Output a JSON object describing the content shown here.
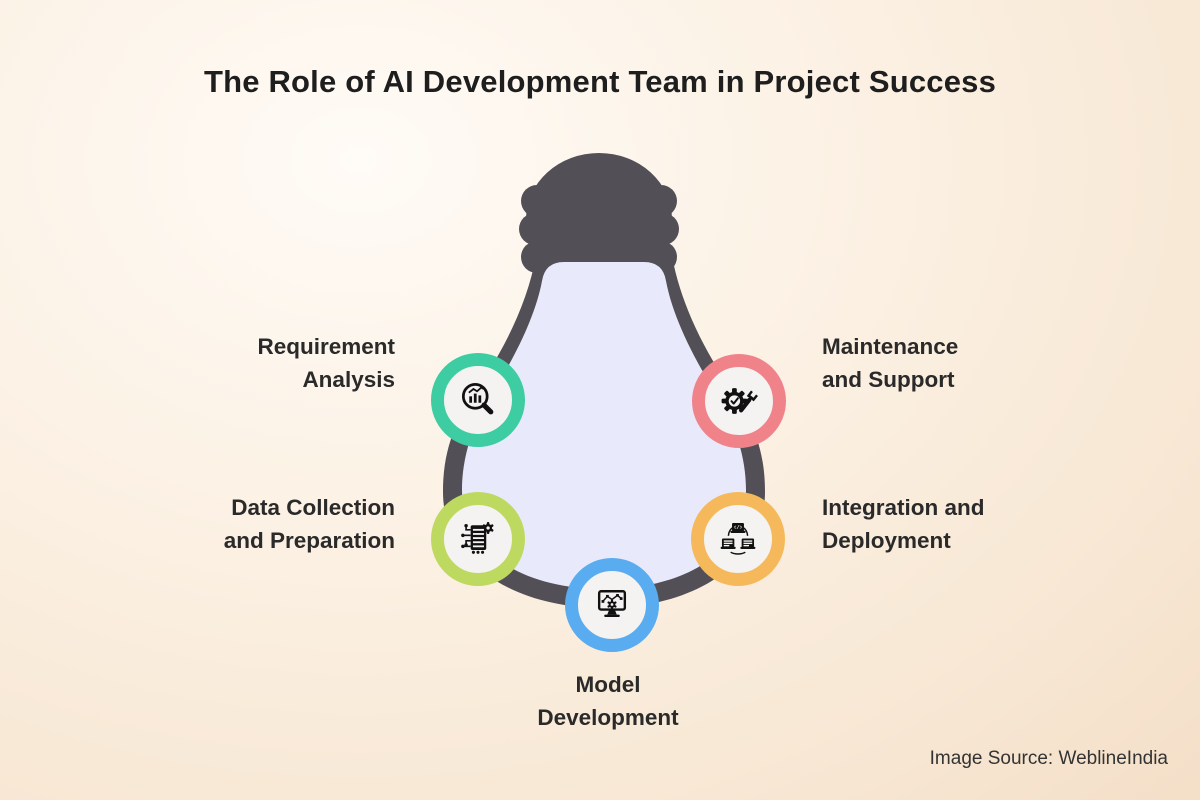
{
  "title": "The Role of AI Development Team in Project Success",
  "source_credit": "Image Source: WeblineIndia",
  "colors": {
    "background_light": "#FFFBF6",
    "background_peach": "#F4DFC8",
    "bulb_outline": "#524F57",
    "bulb_glass": "#E9E9FC",
    "badge_inner": "#F4F3F1",
    "text": "#2A2A2A"
  },
  "center_graphic": "inverted-lightbulb",
  "nodes": [
    {
      "id": "requirement-analysis",
      "label_lines": [
        "Requirement",
        "Analysis"
      ],
      "ring_color": "#3ECCA2",
      "icon": "chart-magnifier-icon"
    },
    {
      "id": "maintenance-support",
      "label_lines": [
        "Maintenance",
        "and Support"
      ],
      "ring_color": "#F0838A",
      "icon": "gear-wrench-icon"
    },
    {
      "id": "data-collection",
      "label_lines": [
        "Data Collection",
        "and Preparation"
      ],
      "ring_color": "#BED95F",
      "icon": "document-circuit-icon"
    },
    {
      "id": "integration-deployment",
      "label_lines": [
        "Integration and",
        "Deployment"
      ],
      "ring_color": "#F5B95B",
      "icon": "devices-sync-icon"
    },
    {
      "id": "model-development",
      "label_lines": [
        "Model",
        "Development"
      ],
      "ring_color": "#58ACEF",
      "icon": "monitor-flowchart-icon"
    }
  ]
}
